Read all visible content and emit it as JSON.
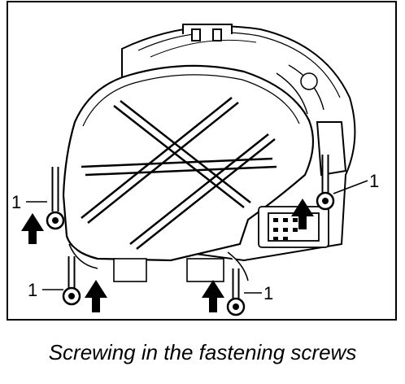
{
  "caption": "Screwing in the fastening screws",
  "callouts": {
    "left_upper": "1",
    "right_upper": "1",
    "left_lower": "1",
    "right_lower": "1"
  },
  "parts": {
    "screw": "screw-icon",
    "arrow": "arrow-up-icon",
    "connector": "electrical-connector",
    "housing": "headlight-housing"
  }
}
